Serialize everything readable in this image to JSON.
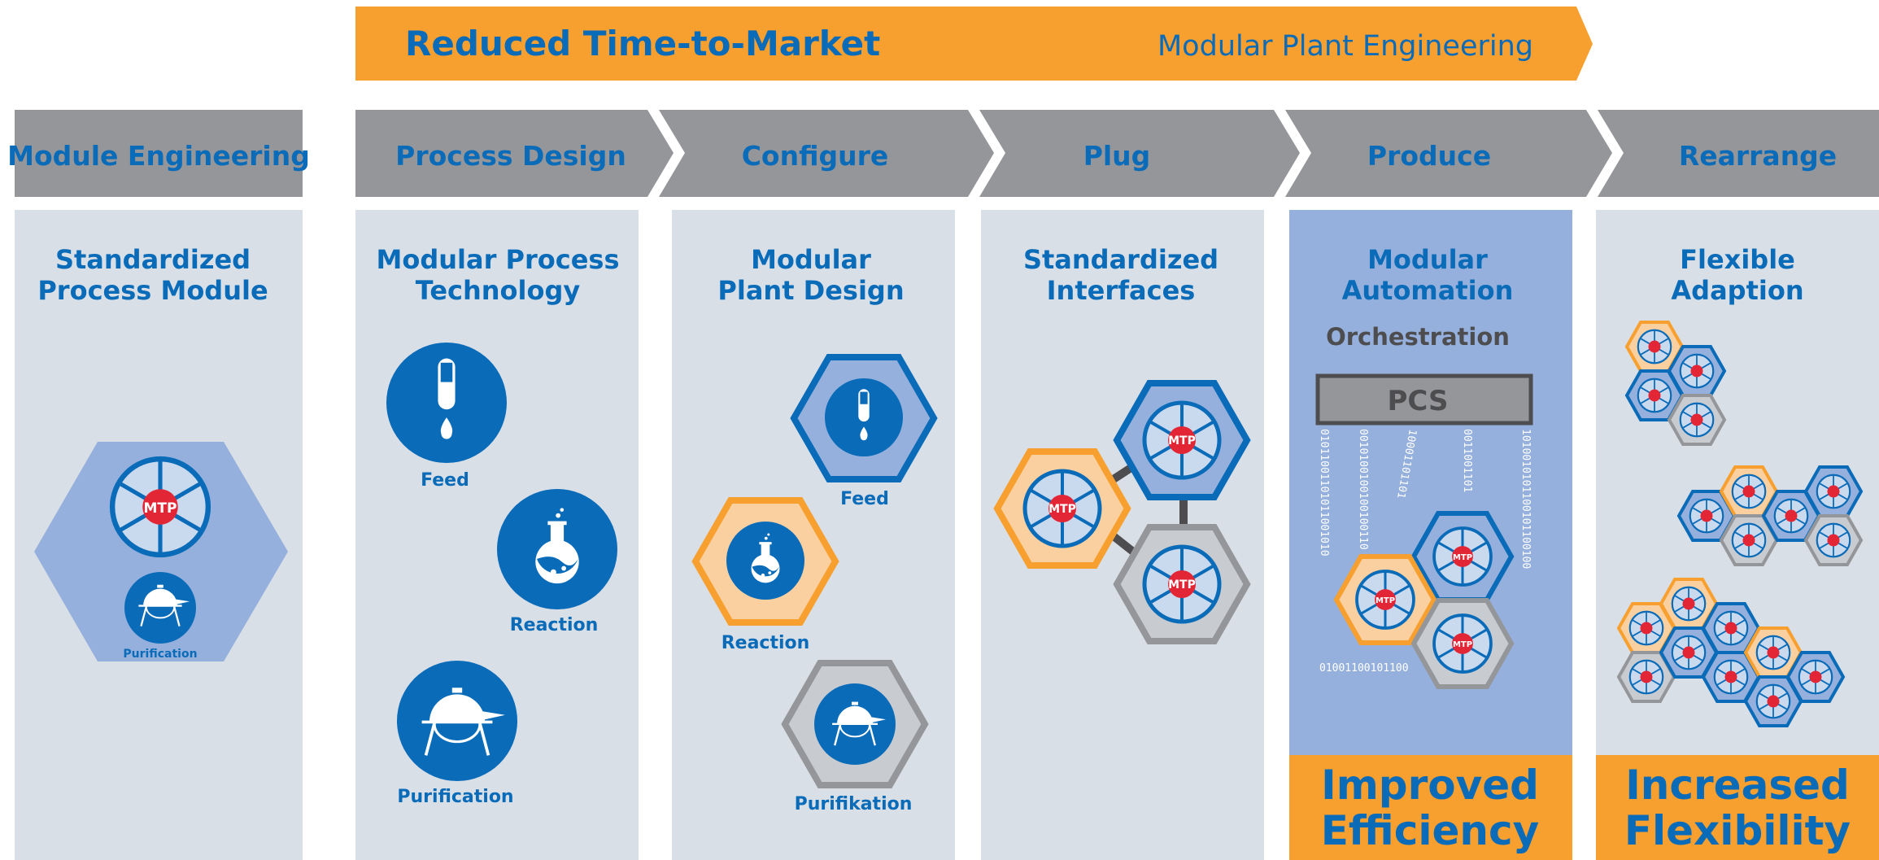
{
  "banner": {
    "title": "Reduced Time-to-Market",
    "subtitle": "Modular Plant Engineering"
  },
  "stages": {
    "module_engineering": "Module Engineering",
    "process_design": "Process Design",
    "configure": "Configure",
    "plug": "Plug",
    "produce": "Produce",
    "rearrange": "Rearrange"
  },
  "columns": {
    "col1": {
      "line1": "Standardized",
      "line2": "Process Module"
    },
    "col2": {
      "line1": "Modular Process",
      "line2": "Technology"
    },
    "col3": {
      "line1": "Modular",
      "line2": "Plant Design"
    },
    "col4": {
      "line1": "Standardized",
      "line2": "Interfaces"
    },
    "col5": {
      "line1": "Modular",
      "line2": "Automation"
    },
    "col6": {
      "line1": "Flexible",
      "line2": "Adaption"
    }
  },
  "labels": {
    "feed": "Feed",
    "reaction": "Reaction",
    "purification": "Purification",
    "purifikation": "Purifikation",
    "mtp": "MTP",
    "orchestration": "Orchestration",
    "pcs": "PCS",
    "binary_v1": "01011001101011001010",
    "binary_v2": "0010100100100100110",
    "binary_v3": "10001101101",
    "binary_v4": "0011001101",
    "binary_v5": "1010010101100101100100",
    "binary_h": "01001100101100"
  },
  "outcomes": {
    "produce": {
      "line1": "Improved",
      "line2": "Efficiency"
    },
    "rearrange": {
      "line1": "Increased",
      "line2": "Flexibility"
    }
  },
  "colors": {
    "orange": "#f7a030",
    "grey": "#95969a",
    "panel": "#d9dfe7",
    "blue": "#0a6bb8",
    "light_blue": "#95b0dc",
    "red": "#e32636"
  }
}
